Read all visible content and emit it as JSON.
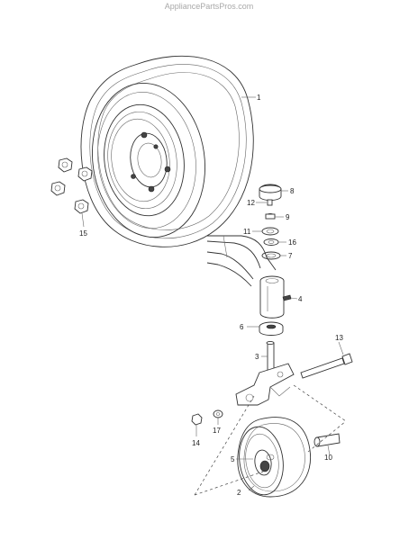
{
  "watermark": "AppliancePartsPros.com",
  "callouts": {
    "p1": "1",
    "p2": "2",
    "p3": "3",
    "p4": "4",
    "p5": "5",
    "p6": "6",
    "p7": "7",
    "p8": "8",
    "p9": "9",
    "p10": "10",
    "p11": "11",
    "p12": "12",
    "p13": "13",
    "p14": "14",
    "p15": "15",
    "p16": "16",
    "p17": "17"
  }
}
